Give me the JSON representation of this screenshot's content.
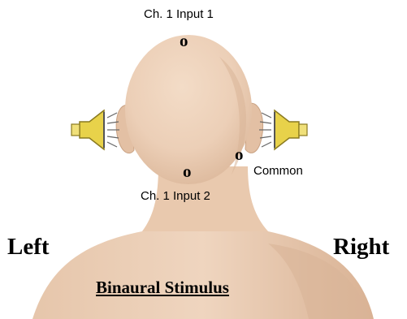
{
  "labels": {
    "top_input": "Ch. 1 Input 1",
    "back_input": "Ch. 1 Input 2",
    "common": "Common",
    "left": "Left",
    "right": "Right",
    "title": "Binaural Stimulus"
  },
  "electrode_marker": "o",
  "icons": [
    "head-back-illustration",
    "left-speaker-icon",
    "right-speaker-icon"
  ],
  "colors": {
    "skin": "#eccfb7",
    "skin_shadow": "#d8b497",
    "speaker_body": "#e8d24a",
    "speaker_dark": "#8a7a20"
  }
}
